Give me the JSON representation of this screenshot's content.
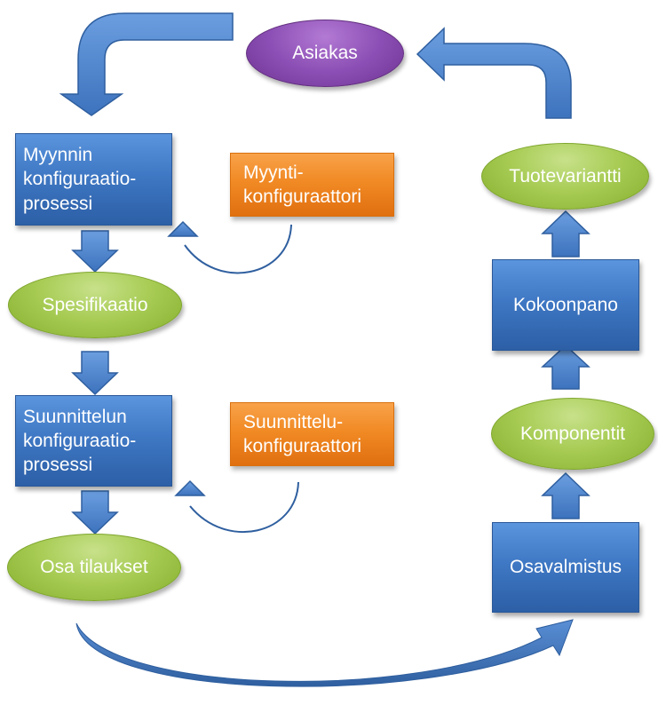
{
  "nodes": {
    "asiakas": "Asiakas",
    "myynnin_prosessi": [
      "Myynnin",
      "konfiguraatio-",
      "prosessi"
    ],
    "myynti_konfiguraattori": [
      "Myynti-",
      "konfiguraattori"
    ],
    "spesifikaatio": "Spesifikaatio",
    "suunnittelun_prosessi": [
      "Suunnittelun",
      "konfiguraatio-",
      "prosessi"
    ],
    "suunnittelu_konfiguraattori": [
      "Suunnittelu-",
      "konfiguraattori"
    ],
    "osa_tilaukset": "Osa tilaukset",
    "tuotevariantti": "Tuotevariantti",
    "kokoonpano": "Kokoonpano",
    "komponentit": "Komponentit",
    "osavalmistus": "Osavalmistus"
  },
  "colors": {
    "box_blue": "#3f78c4",
    "box_orange": "#f18a24",
    "ellipse_green": "#a8cc55",
    "ellipse_purple": "#8c4fb5",
    "arrow_blue": "#4a7fc7",
    "arrow_outline": "#2f5f9f",
    "curve_line": "#2f5f9f"
  }
}
